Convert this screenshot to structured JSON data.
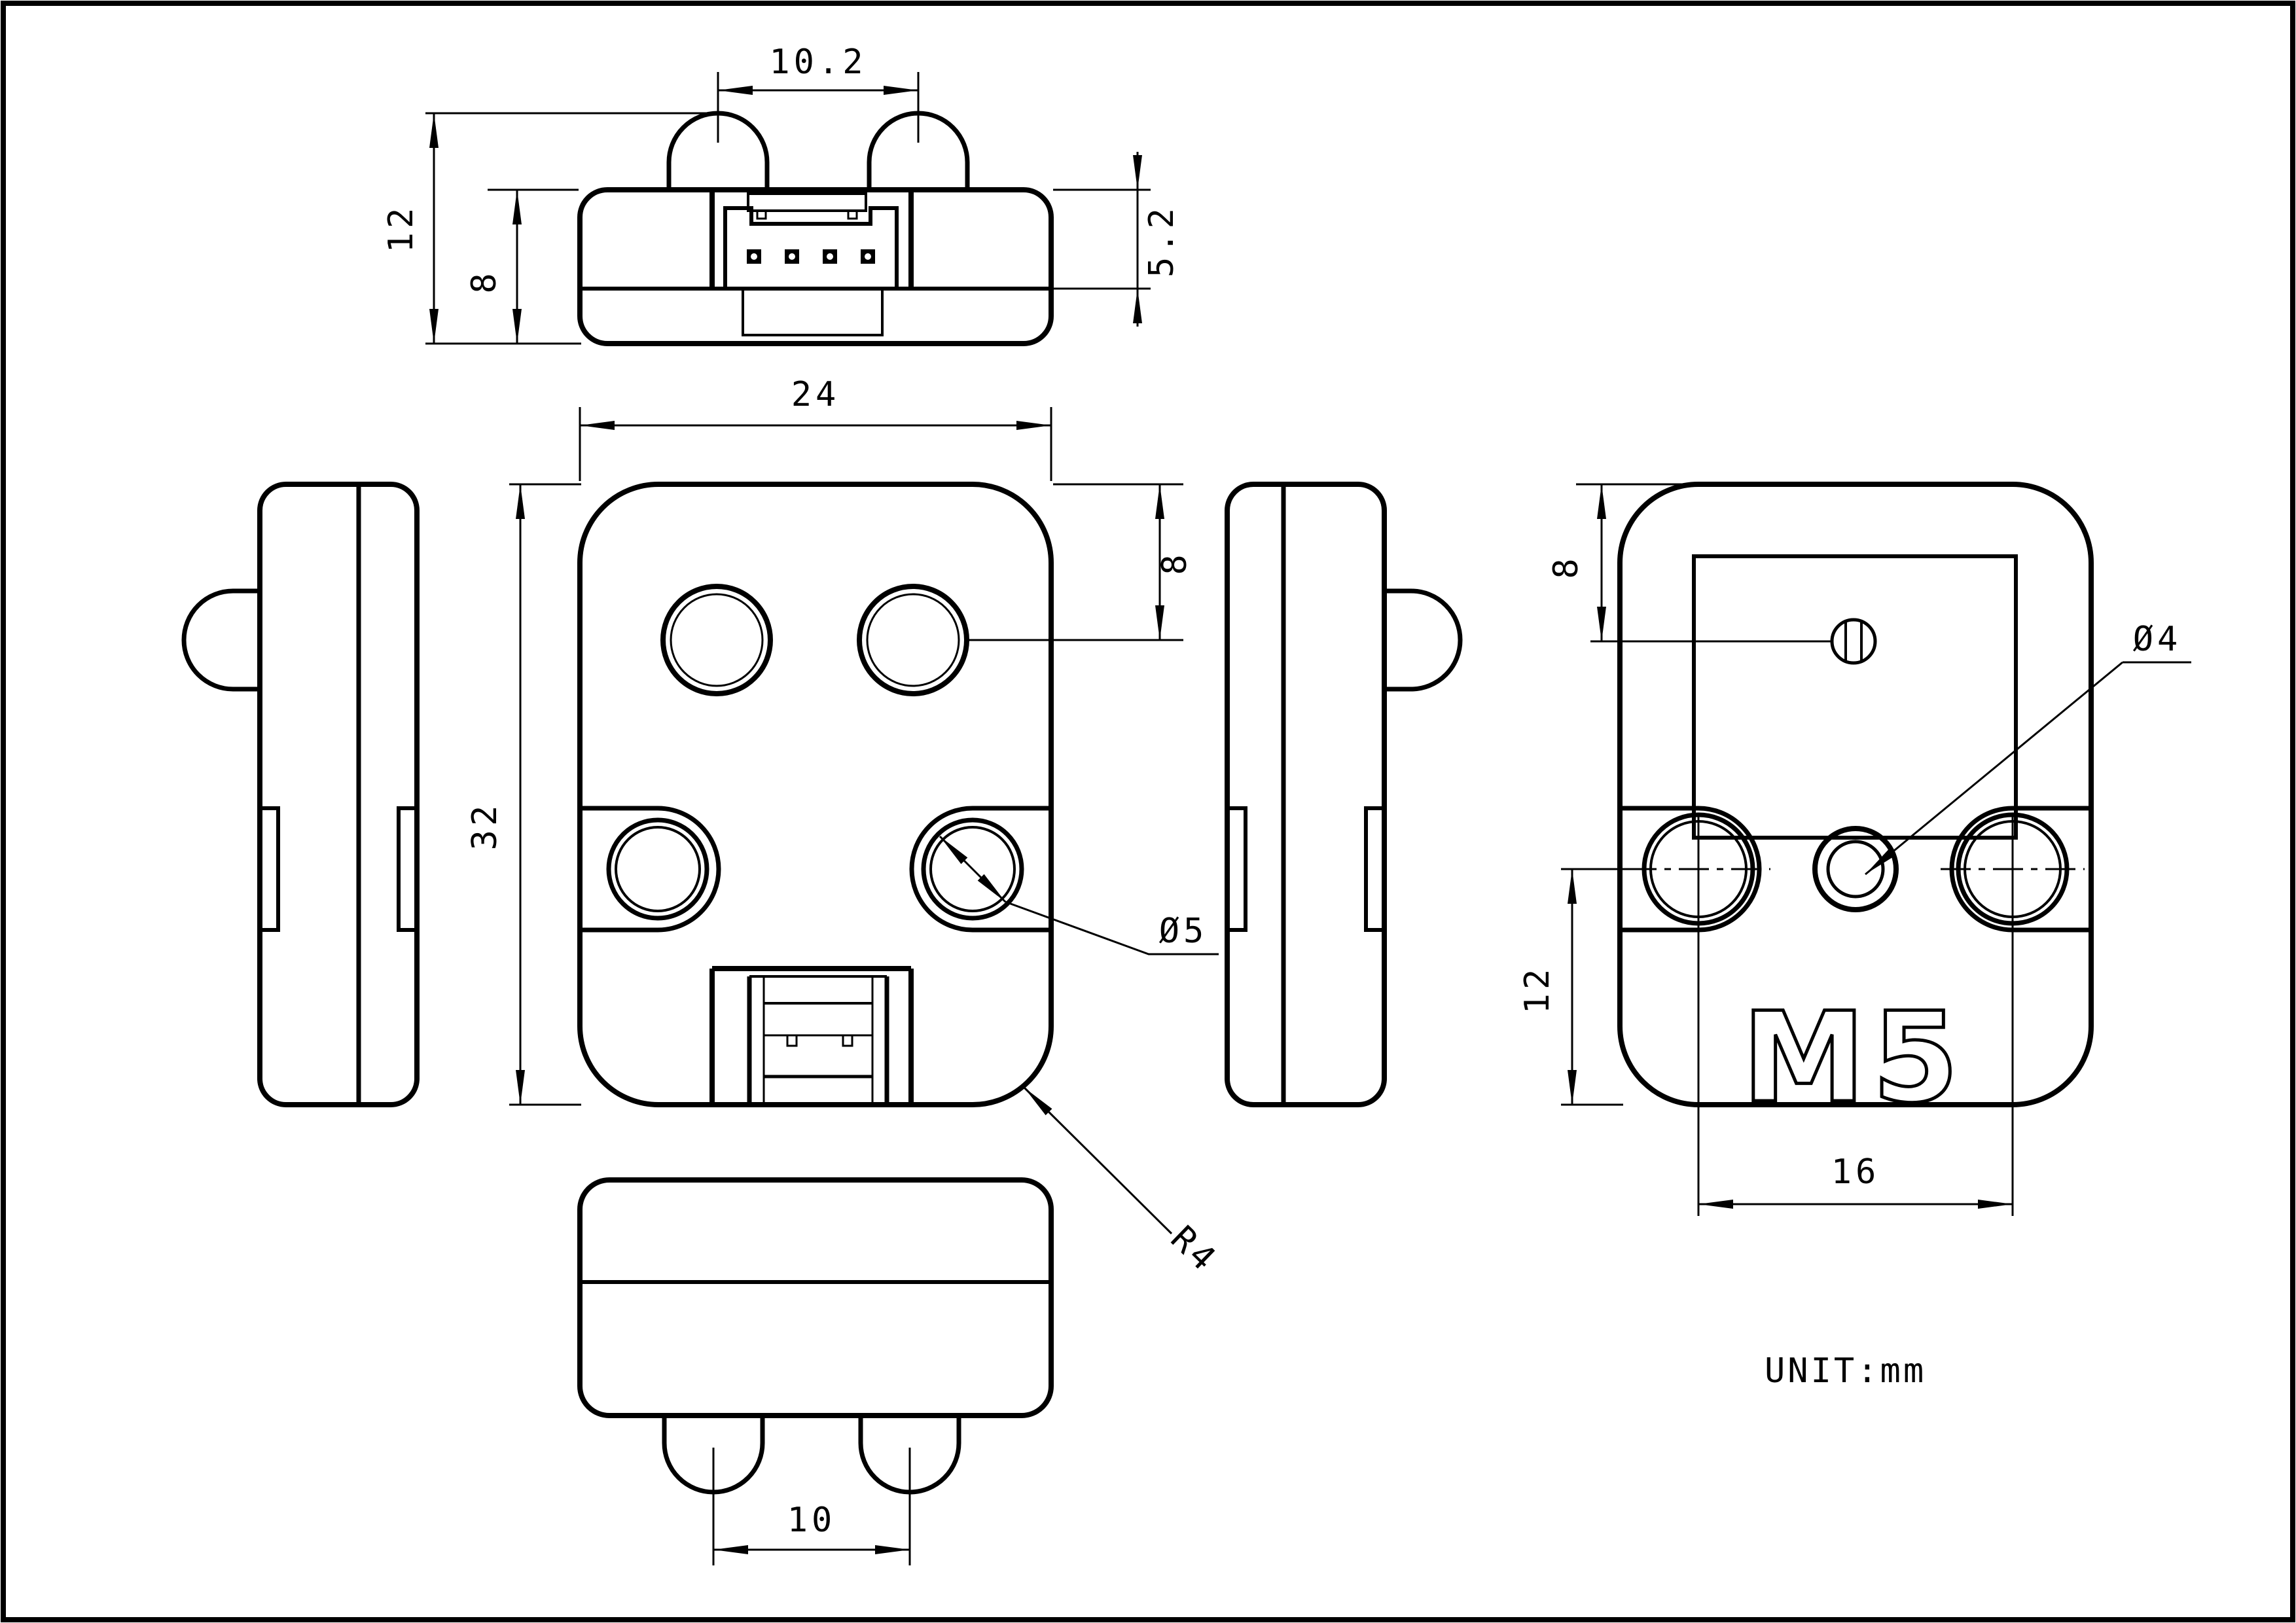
{
  "page": {
    "unit_label": "UNIT:mm",
    "background_color": "#ffffff",
    "line_color": "#000000"
  },
  "branding": {
    "logo_text": "M5"
  },
  "dimensions": {
    "top_view": {
      "bump_spacing": "10.2",
      "overall_depth": "12",
      "body_depth": "8",
      "front_shell_depth": "5.2"
    },
    "front_view": {
      "width": "24",
      "height": "32",
      "lens_center_offset": "8",
      "hole_diameter": "Ø5",
      "corner_radius": "R4"
    },
    "back_view": {
      "screw_center_offset": "8",
      "hole_center_offset": "12",
      "hole_spacing": "16",
      "center_hole_diameter": "Ø4"
    },
    "bottom_view": {
      "bump_spacing": "10"
    }
  }
}
